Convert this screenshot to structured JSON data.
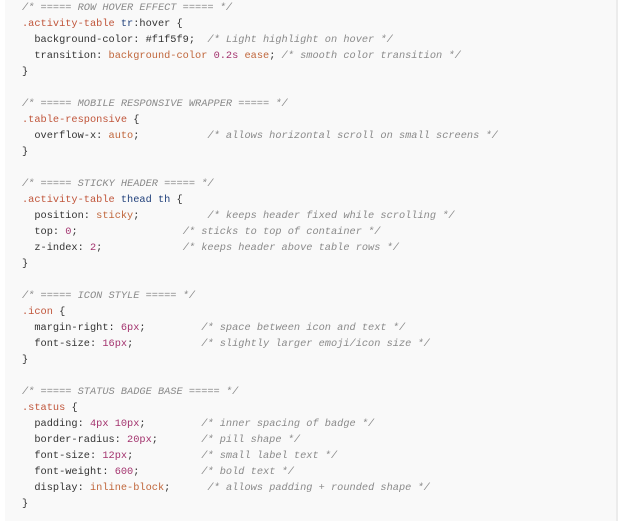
{
  "code": {
    "lines": [
      [
        [
          "comment",
          "/* ===== ROW HOVER EFFECT ===== */"
        ]
      ],
      [
        [
          "sel",
          ".activity-table"
        ],
        [
          "punc",
          " "
        ],
        [
          "tag",
          "tr"
        ],
        [
          "punc",
          ":hover {"
        ]
      ],
      [
        [
          "prop",
          "  background-color: "
        ],
        [
          "punc",
          "#f1f5f9;  "
        ],
        [
          "comment",
          "/* Light highlight on hover */"
        ]
      ],
      [
        [
          "prop",
          "  transition: "
        ],
        [
          "val",
          "background-color "
        ],
        [
          "num",
          "0.2s"
        ],
        [
          "val",
          " ease"
        ],
        [
          "punc",
          "; "
        ],
        [
          "comment",
          "/* smooth color transition */"
        ]
      ],
      [
        [
          "punc",
          "}"
        ]
      ],
      [],
      [
        [
          "comment",
          "/* ===== MOBILE RESPONSIVE WRAPPER ===== */"
        ]
      ],
      [
        [
          "sel",
          ".table-responsive"
        ],
        [
          "punc",
          " {"
        ]
      ],
      [
        [
          "prop",
          "  overflow-x: "
        ],
        [
          "val",
          "auto"
        ],
        [
          "punc",
          ";           "
        ],
        [
          "comment",
          "/* allows horizontal scroll on small screens */"
        ]
      ],
      [
        [
          "punc",
          "}"
        ]
      ],
      [],
      [
        [
          "comment",
          "/* ===== STICKY HEADER ===== */"
        ]
      ],
      [
        [
          "sel",
          ".activity-table"
        ],
        [
          "punc",
          " "
        ],
        [
          "tag",
          "thead th"
        ],
        [
          "punc",
          " {"
        ]
      ],
      [
        [
          "prop",
          "  position: "
        ],
        [
          "val",
          "sticky"
        ],
        [
          "punc",
          ";           "
        ],
        [
          "comment",
          "/* keeps header fixed while scrolling */"
        ]
      ],
      [
        [
          "prop",
          "  top: "
        ],
        [
          "num",
          "0"
        ],
        [
          "punc",
          ";                 "
        ],
        [
          "comment",
          "/* sticks to top of container */"
        ]
      ],
      [
        [
          "prop",
          "  z-index: "
        ],
        [
          "num",
          "2"
        ],
        [
          "punc",
          ";             "
        ],
        [
          "comment",
          "/* keeps header above table rows */"
        ]
      ],
      [
        [
          "punc",
          "}"
        ]
      ],
      [],
      [
        [
          "comment",
          "/* ===== ICON STYLE ===== */"
        ]
      ],
      [
        [
          "sel",
          ".icon"
        ],
        [
          "punc",
          " {"
        ]
      ],
      [
        [
          "prop",
          "  margin-right: "
        ],
        [
          "num",
          "6px"
        ],
        [
          "punc",
          ";         "
        ],
        [
          "comment",
          "/* space between icon and text */"
        ]
      ],
      [
        [
          "prop",
          "  font-size: "
        ],
        [
          "num",
          "16px"
        ],
        [
          "punc",
          ";           "
        ],
        [
          "comment",
          "/* slightly larger emoji/icon size */"
        ]
      ],
      [
        [
          "punc",
          "}"
        ]
      ],
      [],
      [
        [
          "comment",
          "/* ===== STATUS BADGE BASE ===== */"
        ]
      ],
      [
        [
          "sel",
          ".status"
        ],
        [
          "punc",
          " {"
        ]
      ],
      [
        [
          "prop",
          "  padding: "
        ],
        [
          "num",
          "4px 10px"
        ],
        [
          "punc",
          ";         "
        ],
        [
          "comment",
          "/* inner spacing of badge */"
        ]
      ],
      [
        [
          "prop",
          "  border-radius: "
        ],
        [
          "num",
          "20px"
        ],
        [
          "punc",
          ";       "
        ],
        [
          "comment",
          "/* pill shape */"
        ]
      ],
      [
        [
          "prop",
          "  font-size: "
        ],
        [
          "num",
          "12px"
        ],
        [
          "punc",
          ";           "
        ],
        [
          "comment",
          "/* small label text */"
        ]
      ],
      [
        [
          "prop",
          "  font-weight: "
        ],
        [
          "num",
          "600"
        ],
        [
          "punc",
          ";          "
        ],
        [
          "comment",
          "/* bold text */"
        ]
      ],
      [
        [
          "prop",
          "  display: "
        ],
        [
          "val",
          "inline-block"
        ],
        [
          "punc",
          ";      "
        ],
        [
          "comment",
          "/* allows padding + rounded shape */"
        ]
      ],
      [
        [
          "punc",
          "}"
        ]
      ]
    ]
  }
}
